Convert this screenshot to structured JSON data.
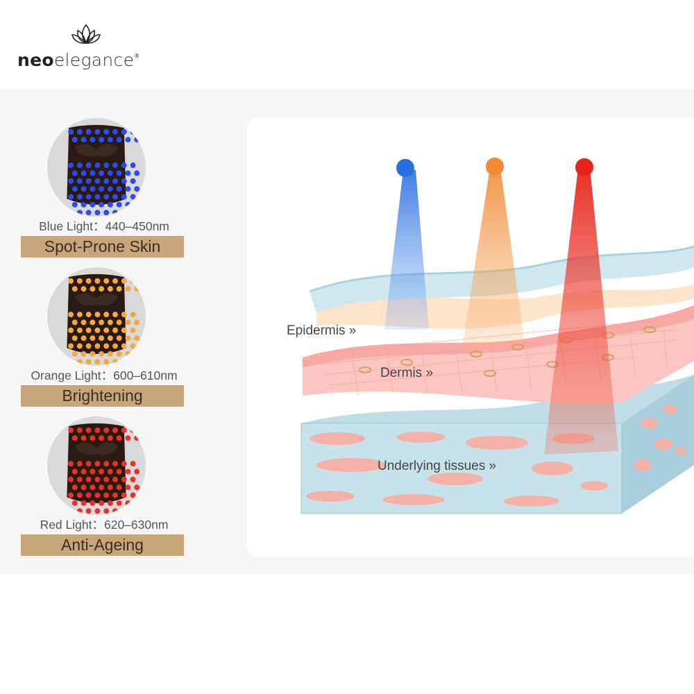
{
  "brand": {
    "name_bold": "neo",
    "name_light": "elegance",
    "registered": "®"
  },
  "lights": [
    {
      "spec": "Blue Light：440–450nm",
      "benefit": "Spot-Prone Skin",
      "color": "#2d4cf0"
    },
    {
      "spec": "Orange Light：600–610nm",
      "benefit": "Brightening",
      "color": "#f5a742"
    },
    {
      "spec": "Red Light：620–630nm",
      "benefit": "Anti-Ageing",
      "color": "#e8312a"
    }
  ],
  "diagram": {
    "layers": {
      "epidermis": "Epidermis »",
      "dermis": "Dermis »",
      "tissues": "Underlying tissues »"
    },
    "sources": [
      {
        "name": "blue",
        "color": "#2a6fe0"
      },
      {
        "name": "orange",
        "color": "#f08a35"
      },
      {
        "name": "red",
        "color": "#e8231b"
      }
    ]
  }
}
